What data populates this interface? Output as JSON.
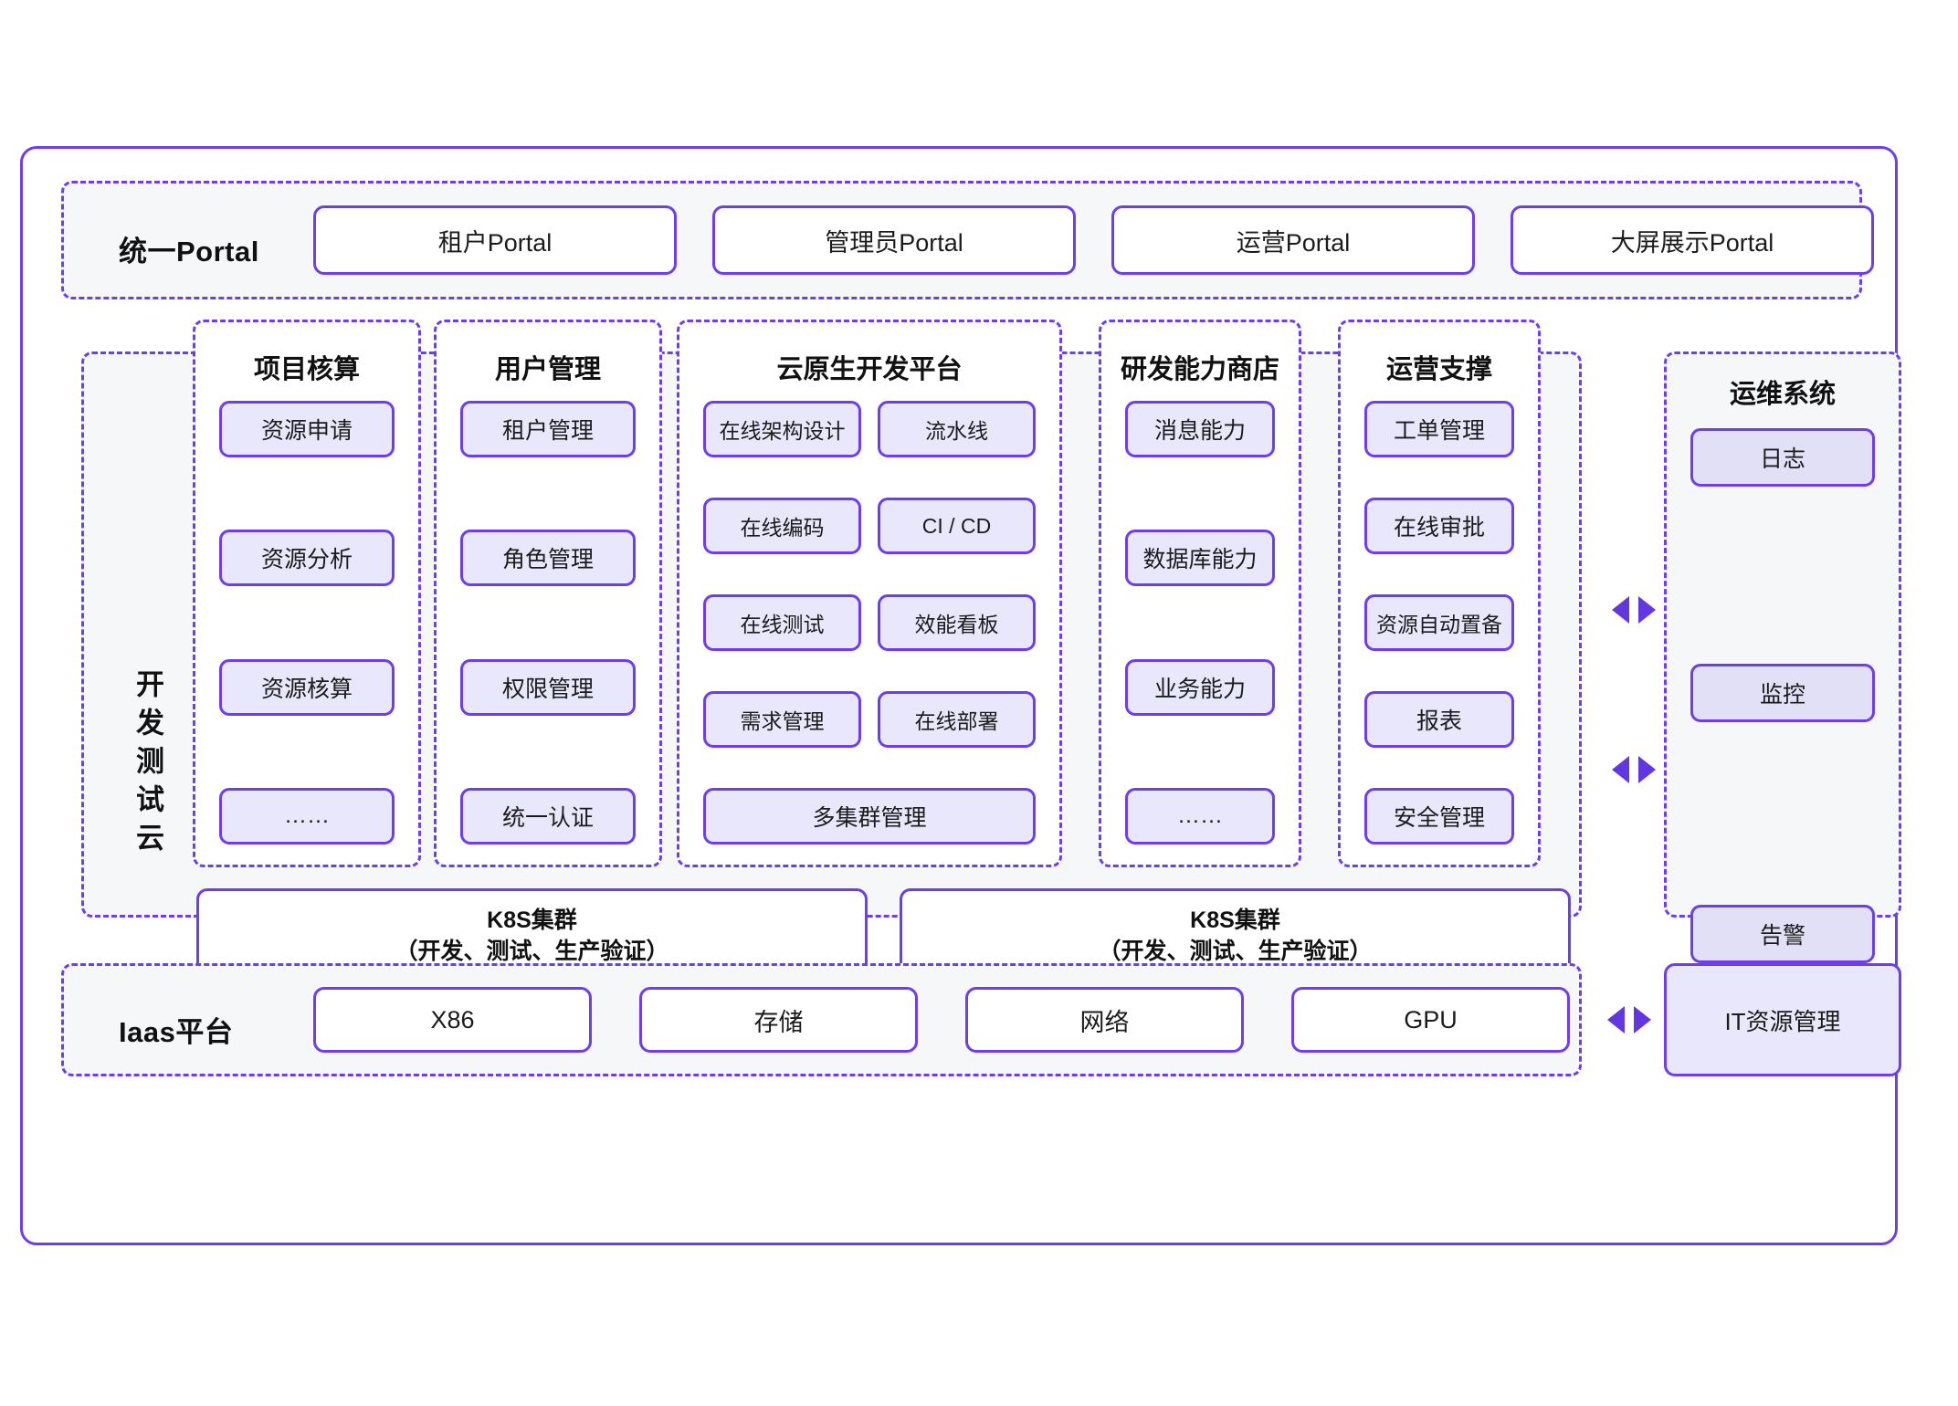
{
  "colors": {
    "accent": "#6d3def",
    "arrow": "#6337e0",
    "chip_fill": "#e9e7fb",
    "ops_chip_fill": "#e2e0f6",
    "section_fill": "#f6f7f9",
    "panel_fill": "#ffffff"
  },
  "portal": {
    "label": "统一Portal",
    "items": [
      {
        "label": "租户Portal"
      },
      {
        "label": "管理员Portal"
      },
      {
        "label": "运营Portal"
      },
      {
        "label": "大屏展示Portal"
      }
    ]
  },
  "devtest": {
    "label": "开发测试云",
    "columns": [
      {
        "title": "项目核算",
        "layout": "single",
        "items": [
          "资源申请",
          "资源分析",
          "资源核算",
          "……"
        ]
      },
      {
        "title": "用户管理",
        "layout": "single",
        "items": [
          "租户管理",
          "角色管理",
          "权限管理",
          "统一认证"
        ]
      },
      {
        "title": "云原生开发平台",
        "layout": "double",
        "rows": [
          [
            "在线架构设计",
            "流水线"
          ],
          [
            "在线编码",
            "CI / CD"
          ],
          [
            "在线测试",
            "效能看板"
          ],
          [
            "需求管理",
            "在线部署"
          ]
        ],
        "full_row": "多集群管理"
      },
      {
        "title": "研发能力商店",
        "layout": "single",
        "items": [
          "消息能力",
          "数据库能力",
          "业务能力",
          "……"
        ]
      },
      {
        "title": "运营支撑",
        "layout": "single",
        "items": [
          "工单管理",
          "在线审批",
          "资源自动置备",
          "报表",
          "安全管理"
        ]
      }
    ],
    "clusters": [
      {
        "title": "K8S集群",
        "subtitle": "（开发、测试、生产验证）"
      },
      {
        "title": "K8S集群",
        "subtitle": "（开发、测试、生产验证）"
      }
    ]
  },
  "ops_system": {
    "title": "运维系统",
    "items": [
      "日志",
      "监控",
      "告警"
    ]
  },
  "iaas": {
    "label": "Iaas平台",
    "items": [
      "X86",
      "存储",
      "网络",
      "GPU"
    ],
    "side_box": "IT资源管理"
  },
  "arrows": {
    "ops_top": "bidirectional-arrow",
    "ops_bottom": "bidirectional-arrow",
    "iaas": "bidirectional-arrow"
  }
}
